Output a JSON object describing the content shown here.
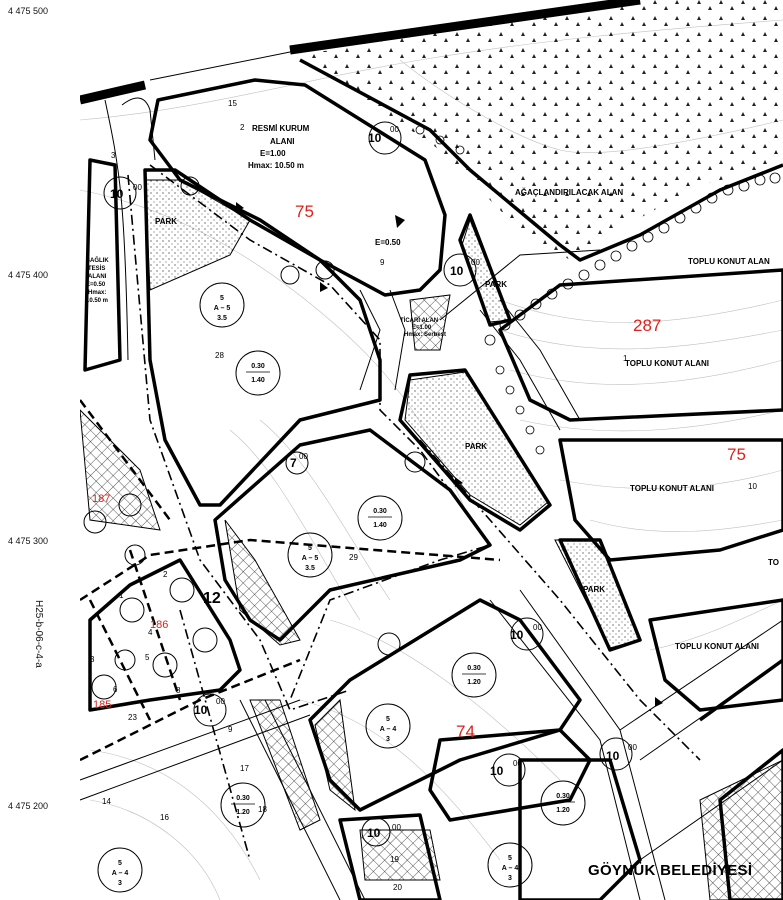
{
  "coordinates": [
    "4 475 500",
    "4 475 400",
    "4 475 300",
    "4 475 200"
  ],
  "sheet_id": "H25-b-06-c-4-a",
  "brand": "GÖYNÜK BELEDİYESİ",
  "labels": {
    "resmi1": "RESMİ KURUM",
    "resmi2": "ALANI",
    "resmi3": "E=1.00",
    "resmi4": "Hmax: 10.50 m",
    "agac": "AĞAÇLANDIRILACAK ALAN",
    "park": "PARK",
    "toplu": "TOPLU KONUT ALANI",
    "toplu_cut": "TOPLU KONUT ALAN",
    "toplu_edge": "TO",
    "e050": "E=0.50",
    "ticari1": "TİCARİ ALAN",
    "ticari2": "E=1.00",
    "ticari3": "Hmax: Serbest",
    "saglik1": "SAĞLIK",
    "saglik2": "TESİS",
    "saglik3": "ALANI",
    "saglik4": "E=0.50",
    "saglik5": "Hmax:",
    "saglik6": "10.50 m"
  },
  "red_numbers": [
    "75",
    "287",
    "75",
    "74",
    "187",
    "186",
    "185"
  ],
  "road_widths": [
    "10",
    "10",
    "10",
    "10",
    "10",
    "10",
    "10",
    "10",
    "7",
    "12"
  ],
  "road_sup": "00",
  "ring_a": {
    "top": "5",
    "mid": "A – 5",
    "bot": "3.5"
  },
  "ring_b": {
    "top": "5",
    "mid": "A – 4",
    "bot": "3"
  },
  "ring_c": {
    "top": "0.30",
    "bot": "1.40"
  },
  "ring_d": {
    "top": "0.30",
    "bot": "1.20"
  },
  "ring_e": {
    "top": "0.30",
    "bot": "1.20"
  },
  "parcels": [
    "2",
    "15",
    "9",
    "28",
    "1",
    "29",
    "10",
    "17",
    "18",
    "9",
    "14",
    "16",
    "19",
    "20",
    "3",
    "5",
    "6",
    "23",
    "8",
    "4",
    "1",
    "2",
    "3"
  ]
}
